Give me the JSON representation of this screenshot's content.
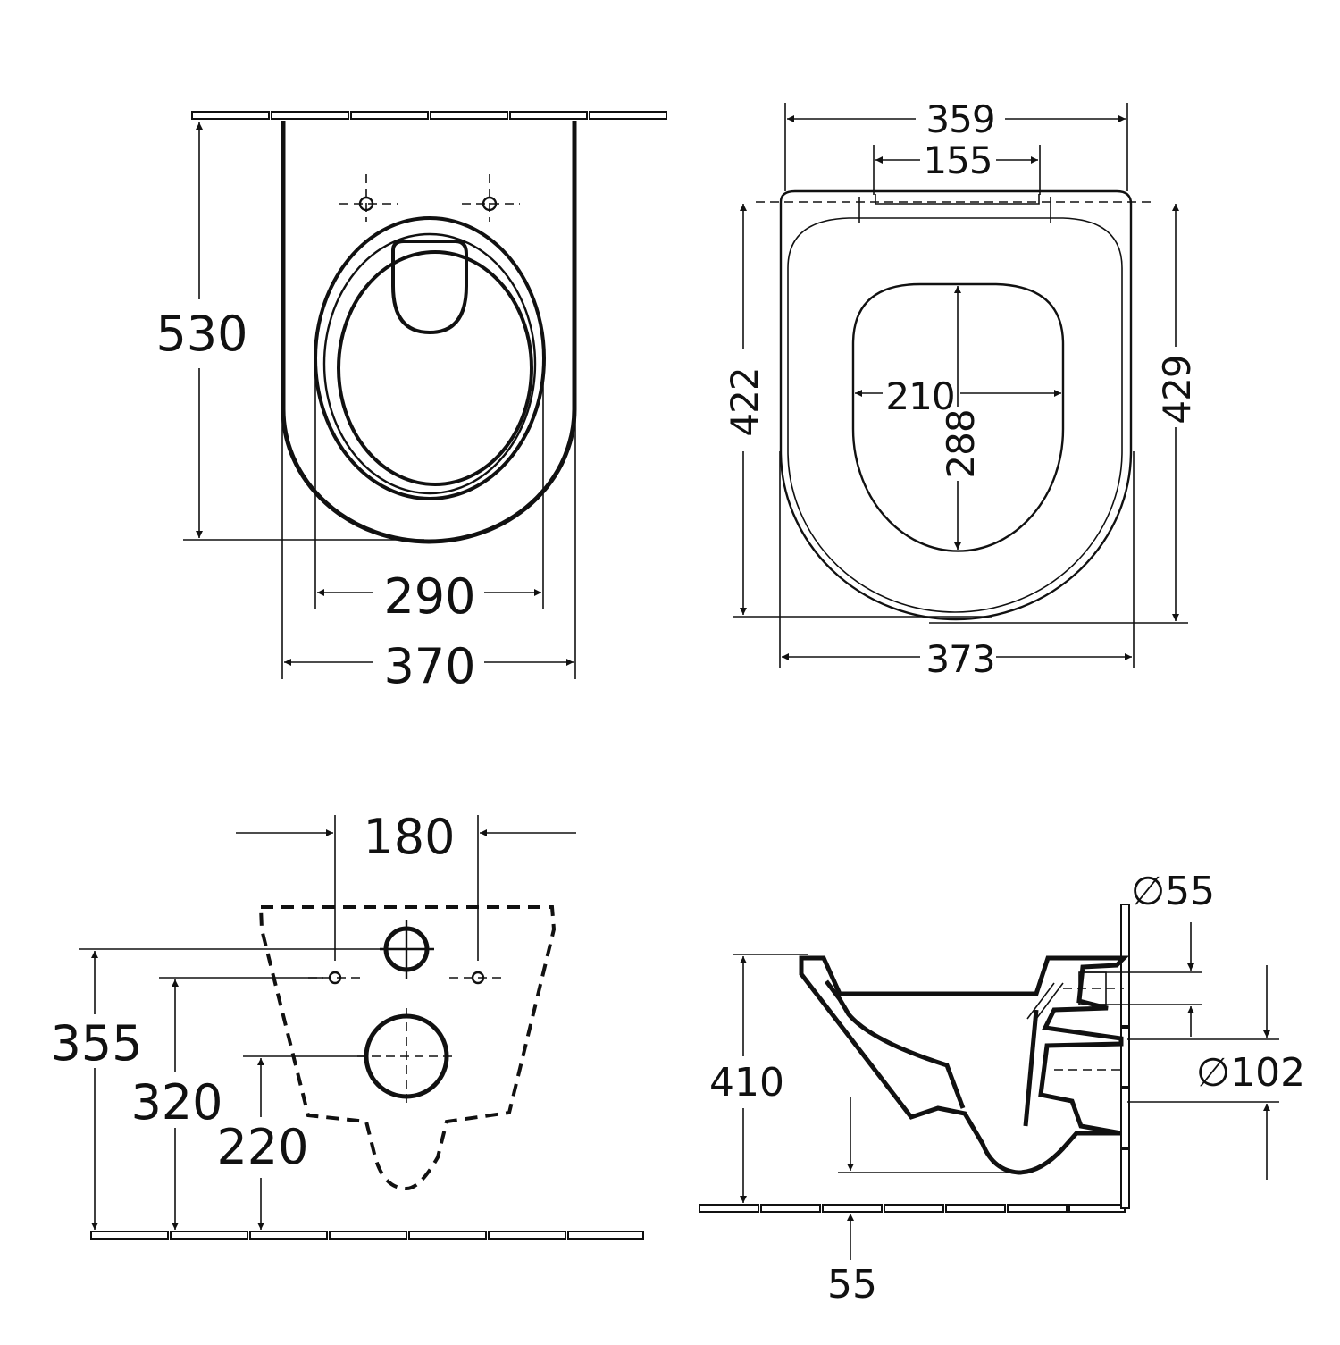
{
  "top_view": {
    "length": "530",
    "inner_width": "290",
    "outer_width": "370"
  },
  "seat_view": {
    "overall_width": "359",
    "hinge_spacing": "155",
    "length_left": "422",
    "length_right": "429",
    "opening_width": "210",
    "opening_length": "288",
    "bottom_width": "373"
  },
  "rear_view": {
    "bolt_spacing": "180",
    "height_outlet_top": "355",
    "height_bolts": "320",
    "height_waste": "220"
  },
  "side_view": {
    "inlet_diameter": "∅55",
    "outlet_diameter": "∅102",
    "height": "410",
    "clearance": "55"
  }
}
